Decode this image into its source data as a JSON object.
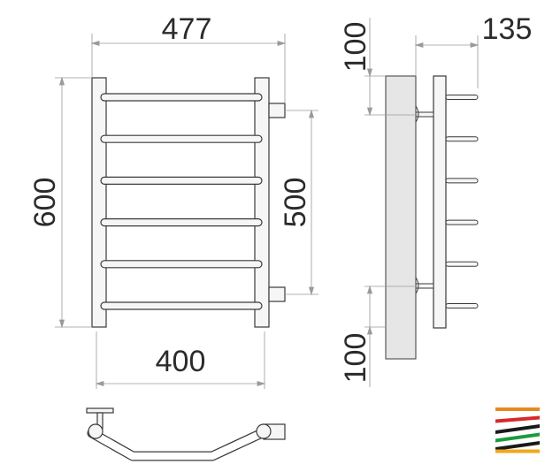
{
  "dimensions": {
    "overall_width": "477",
    "overall_height": "600",
    "axis_spacing": "500",
    "bar_span": "400",
    "top_clearance": "100",
    "bottom_clearance": "100",
    "depth": "135"
  },
  "drawing": {
    "bar_count": 6,
    "side_pin_count": 6
  },
  "logo": {
    "stripe_colors": [
      "#e8891e",
      "#d42a2a",
      "#1a1a1a",
      "#1b9a3e",
      "#1a1a1a",
      "#f0a81a"
    ]
  }
}
